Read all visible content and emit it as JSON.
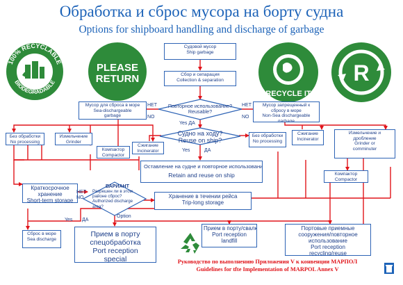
{
  "title": {
    "ru": "Обработка и сброс мусора на борту судна",
    "en": "Options for shipboard handling and discharge of garbage"
  },
  "logos": {
    "recycle_ring": [
      "100% RECYCLABLE",
      "BIODEGRADABLE"
    ],
    "please_return": [
      "PLEASE",
      "RETURN"
    ],
    "recycle_it": [
      "RECYCLE IT"
    ],
    "registered": "R"
  },
  "boxes": {
    "ship_garbage": [
      "Судовой мусор",
      "Ship garbage"
    ],
    "collection": [
      "Сбор и сепарация",
      "Collection & separation"
    ],
    "sea_dischargeable": [
      "Мусор для сброса в море",
      "Sea-dischargeable",
      "garbage"
    ],
    "non_sea": [
      "Мусор запрещенный к",
      "сбросу в море",
      "Non-Sea dischargeable",
      "garbage"
    ],
    "no_proc_left": [
      "Без обработки",
      "No processing"
    ],
    "grinder": [
      "Измельчение",
      "Grinder"
    ],
    "compactor_left": [
      "Компактор",
      "Compactor"
    ],
    "incinerator_left": [
      "Сжигание",
      "Incinerator"
    ],
    "no_proc_right": [
      "Без обработки",
      "No processing"
    ],
    "incinerator_right": [
      "Сжигание",
      "Incinerator"
    ],
    "grinder_right": [
      "Измельчение и",
      "дробление",
      "Grinder or",
      "comminuter"
    ],
    "compactor_right": [
      "Компактор",
      "Compactor"
    ],
    "retain": [
      "Оставление на судне и повторное использование",
      "Retain and reuse on ship"
    ],
    "short_term": [
      "Краткосрочное",
      "хранение",
      "Short-term storage"
    ],
    "trip_long": [
      "Хранение в течении рейса",
      "Trip-long storage"
    ],
    "sea_discharge": [
      "Сброс в море",
      "Sea discharge"
    ],
    "port_special": [
      "Прием в порту",
      "спецобработка",
      "Port reception",
      "special"
    ],
    "port_landfill": [
      "Прием в порту/свалка",
      "Port reception",
      "landfill"
    ],
    "port_recycling": [
      "Портовые приемные",
      "сооружения/повторное",
      "использование",
      "Port reception",
      "recycling/reuse"
    ]
  },
  "decisions": {
    "reusable": [
      "Повторное использование?",
      "Reusable?"
    ],
    "underway": [
      "Судно на ходу?",
      "Reuse on ship?"
    ],
    "authorized": [
      "Разрешен ли в этом",
      "районе сброс?",
      "Authorized discharge",
      "area?"
    ]
  },
  "labels": {
    "net_1": "НЕТ",
    "net_2": "НЕТ",
    "no_1": "NO",
    "no_2": "NO",
    "yes_da_1": "Yes  ДА",
    "yes_1": "Yes",
    "da_1": "ДА",
    "variant": "ВАРИАНТ",
    "net_3": "НЕТ",
    "no_3": "NO",
    "option": "Option",
    "yes_2": "Yes",
    "da_2": "ДА"
  },
  "footer": [
    "Руководство по выполнению Приложения V к конвенции МАРПОЛ",
    "Guidelines for tfte Implementation of MARPOL Annex V"
  ],
  "colors": {
    "title_blue": "#1d63b8",
    "box_border": "#2d63b5",
    "arrow_red": "#e0141a",
    "logo_green": "#2e8b3a",
    "footer_red": "#e0141a"
  }
}
